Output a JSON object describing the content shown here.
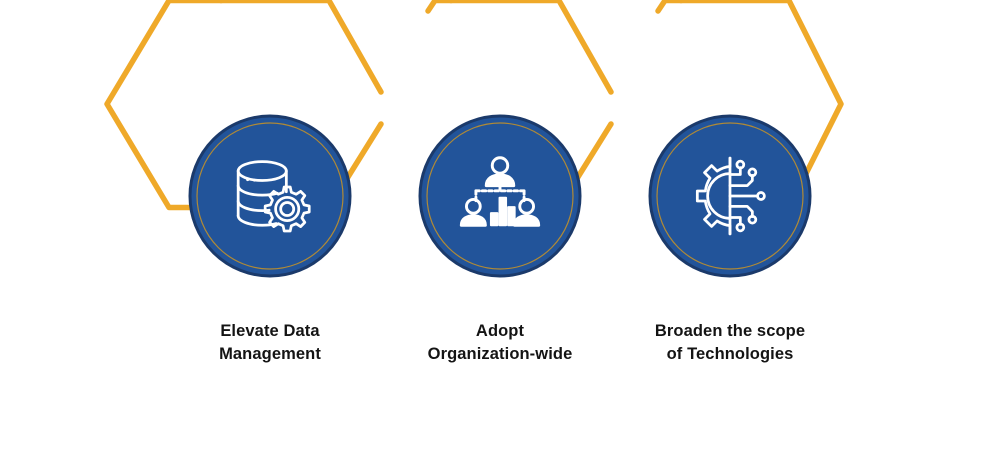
{
  "diagram": {
    "type": "hexagon-process-steps",
    "orientation": "horizontal",
    "step_count": 3,
    "background_color": "#FFFFFF"
  },
  "theme": {
    "hexagon_stroke": "#EFA929",
    "circle_fill": "#22549A",
    "circle_outer_ring": "#1B3A6B",
    "circle_inner_ring": "#B08A36",
    "icon_stroke": "#FFFFFF",
    "caption_color": "#141414"
  },
  "steps": [
    {
      "id": "step-1",
      "icon_name": "database-gear-icon",
      "caption_lines": [
        "Elevate Data",
        "Management"
      ],
      "caption_full": "Elevate Data Management"
    },
    {
      "id": "step-2",
      "icon_name": "org-chart-people-bars-icon",
      "caption_lines": [
        "Adopt",
        "Organization-wide"
      ],
      "caption_full": "Adopt Organization-wide"
    },
    {
      "id": "step-3",
      "icon_name": "gear-circuit-icon",
      "caption_lines": [
        "Broaden the scope",
        "of Technologies"
      ],
      "caption_full": "Broaden the scope of Technologies"
    }
  ]
}
